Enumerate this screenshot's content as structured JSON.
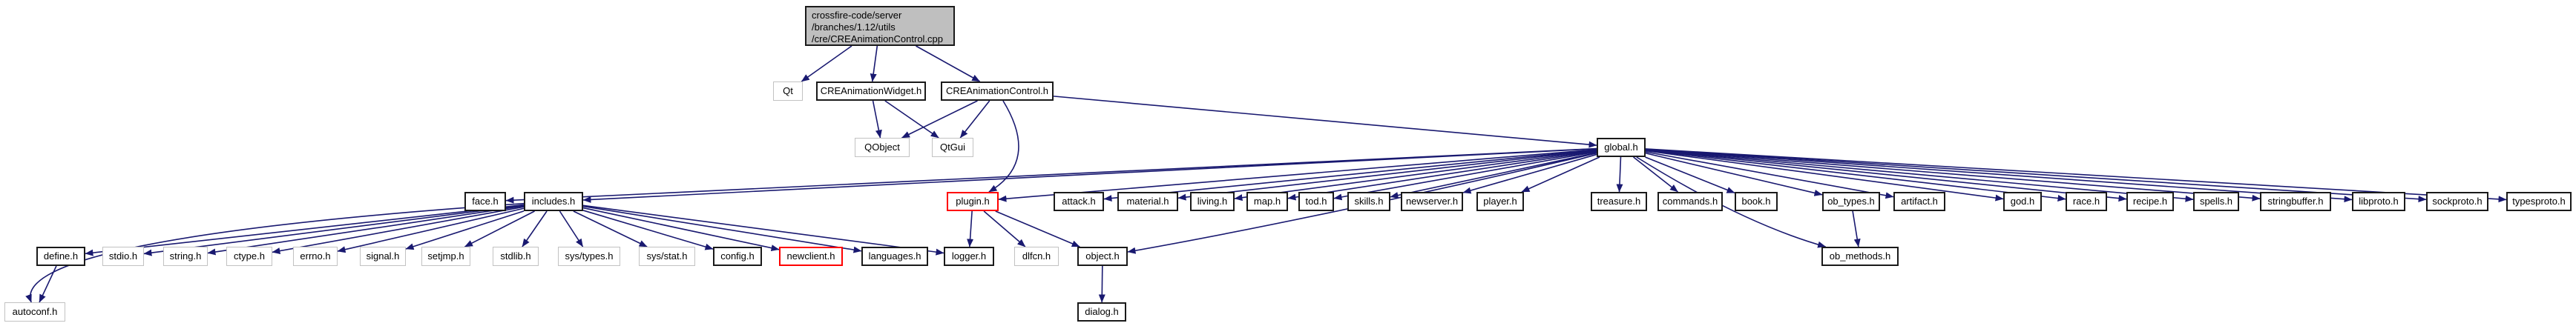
{
  "diagram": {
    "type": "include-dependency-graph",
    "colors": {
      "edge": "#191970",
      "node_border": "#1a1a1a",
      "external_border": "#c2c2c2",
      "truncated_border": "#ff0000",
      "main_fill": "#bfbfbf",
      "node_fill": "#ffffff"
    },
    "nodes": [
      {
        "id": "main",
        "label": "crossfire-code/server\n/branches/1.12/utils\n/cre/CREAnimationControl.cpp",
        "type": "main"
      },
      {
        "id": "qt",
        "label": "Qt",
        "type": "external"
      },
      {
        "id": "creanimwidget",
        "label": "CREAnimationWidget.h",
        "type": "internal"
      },
      {
        "id": "creanimcontrol",
        "label": "CREAnimationControl.h",
        "type": "internal"
      },
      {
        "id": "qobject",
        "label": "QObject",
        "type": "external"
      },
      {
        "id": "qtgui",
        "label": "QtGui",
        "type": "external"
      },
      {
        "id": "global",
        "label": "global.h",
        "type": "internal"
      },
      {
        "id": "face",
        "label": "face.h",
        "type": "internal"
      },
      {
        "id": "includes",
        "label": "includes.h",
        "type": "internal"
      },
      {
        "id": "plugin",
        "label": "plugin.h",
        "type": "truncated"
      },
      {
        "id": "attack",
        "label": "attack.h",
        "type": "internal"
      },
      {
        "id": "material",
        "label": "material.h",
        "type": "internal"
      },
      {
        "id": "living",
        "label": "living.h",
        "type": "internal"
      },
      {
        "id": "map",
        "label": "map.h",
        "type": "internal"
      },
      {
        "id": "tod",
        "label": "tod.h",
        "type": "internal"
      },
      {
        "id": "skills",
        "label": "skills.h",
        "type": "internal"
      },
      {
        "id": "newserver",
        "label": "newserver.h",
        "type": "internal"
      },
      {
        "id": "player",
        "label": "player.h",
        "type": "internal"
      },
      {
        "id": "treasure",
        "label": "treasure.h",
        "type": "internal"
      },
      {
        "id": "commands",
        "label": "commands.h",
        "type": "internal"
      },
      {
        "id": "book",
        "label": "book.h",
        "type": "internal"
      },
      {
        "id": "ob_types",
        "label": "ob_types.h",
        "type": "internal"
      },
      {
        "id": "artifact",
        "label": "artifact.h",
        "type": "internal"
      },
      {
        "id": "god",
        "label": "god.h",
        "type": "internal"
      },
      {
        "id": "race",
        "label": "race.h",
        "type": "internal"
      },
      {
        "id": "recipe",
        "label": "recipe.h",
        "type": "internal"
      },
      {
        "id": "spells",
        "label": "spells.h",
        "type": "internal"
      },
      {
        "id": "stringbuffer",
        "label": "stringbuffer.h",
        "type": "internal"
      },
      {
        "id": "libproto",
        "label": "libproto.h",
        "type": "internal"
      },
      {
        "id": "sockproto",
        "label": "sockproto.h",
        "type": "internal"
      },
      {
        "id": "typesproto",
        "label": "typesproto.h",
        "type": "internal"
      },
      {
        "id": "define",
        "label": "define.h",
        "type": "internal"
      },
      {
        "id": "stdio",
        "label": "stdio.h",
        "type": "external"
      },
      {
        "id": "string",
        "label": "string.h",
        "type": "external"
      },
      {
        "id": "ctype",
        "label": "ctype.h",
        "type": "external"
      },
      {
        "id": "errno",
        "label": "errno.h",
        "type": "external"
      },
      {
        "id": "signal",
        "label": "signal.h",
        "type": "external"
      },
      {
        "id": "setjmp",
        "label": "setjmp.h",
        "type": "external"
      },
      {
        "id": "stdlib",
        "label": "stdlib.h",
        "type": "external"
      },
      {
        "id": "systypes",
        "label": "sys/types.h",
        "type": "external"
      },
      {
        "id": "sysstat",
        "label": "sys/stat.h",
        "type": "external"
      },
      {
        "id": "config",
        "label": "config.h",
        "type": "internal"
      },
      {
        "id": "newclient",
        "label": "newclient.h",
        "type": "truncated"
      },
      {
        "id": "languages",
        "label": "languages.h",
        "type": "internal"
      },
      {
        "id": "logger",
        "label": "logger.h",
        "type": "internal"
      },
      {
        "id": "dlfcn",
        "label": "dlfcn.h",
        "type": "external"
      },
      {
        "id": "object",
        "label": "object.h",
        "type": "internal"
      },
      {
        "id": "ob_methods",
        "label": "ob_methods.h",
        "type": "internal"
      },
      {
        "id": "autoconf",
        "label": "autoconf.h",
        "type": "external"
      },
      {
        "id": "dialog",
        "label": "dialog.h",
        "type": "internal"
      }
    ],
    "edges": [
      [
        "main",
        "qt"
      ],
      [
        "main",
        "creanimwidget"
      ],
      [
        "main",
        "creanimcontrol"
      ],
      [
        "creanimwidget",
        "qobject"
      ],
      [
        "creanimwidget",
        "qtgui"
      ],
      [
        "creanimcontrol",
        "qobject"
      ],
      [
        "creanimcontrol",
        "qtgui"
      ],
      [
        "creanimcontrol",
        "global"
      ],
      [
        "creanimcontrol",
        "plugin",
        1402,
        218
      ],
      [
        "global",
        "face"
      ],
      [
        "global",
        "includes"
      ],
      [
        "global",
        "plugin"
      ],
      [
        "global",
        "attack"
      ],
      [
        "global",
        "material"
      ],
      [
        "global",
        "living"
      ],
      [
        "global",
        "map"
      ],
      [
        "global",
        "tod"
      ],
      [
        "global",
        "skills"
      ],
      [
        "global",
        "newserver"
      ],
      [
        "global",
        "player"
      ],
      [
        "global",
        "treasure"
      ],
      [
        "global",
        "commands"
      ],
      [
        "global",
        "book"
      ],
      [
        "global",
        "ob_types"
      ],
      [
        "global",
        "artifact"
      ],
      [
        "global",
        "god"
      ],
      [
        "global",
        "race"
      ],
      [
        "global",
        "recipe"
      ],
      [
        "global",
        "spells"
      ],
      [
        "global",
        "stringbuffer"
      ],
      [
        "global",
        "libproto"
      ],
      [
        "global",
        "sockproto"
      ],
      [
        "global",
        "typesproto"
      ],
      [
        "global",
        "object",
        1770,
        296
      ],
      [
        "global",
        "ob_methods",
        2350,
        302
      ],
      [
        "ob_types",
        "ob_methods"
      ],
      [
        "includes",
        "define"
      ],
      [
        "includes",
        "stdio"
      ],
      [
        "includes",
        "string"
      ],
      [
        "includes",
        "ctype"
      ],
      [
        "includes",
        "errno"
      ],
      [
        "includes",
        "signal"
      ],
      [
        "includes",
        "setjmp"
      ],
      [
        "includes",
        "stdlib"
      ],
      [
        "includes",
        "systypes"
      ],
      [
        "includes",
        "sysstat"
      ],
      [
        "includes",
        "config"
      ],
      [
        "includes",
        "newclient"
      ],
      [
        "includes",
        "languages"
      ],
      [
        "includes",
        "logger"
      ],
      [
        "includes",
        "autoconf",
        10,
        322
      ],
      [
        "define",
        "autoconf"
      ],
      [
        "plugin",
        "logger"
      ],
      [
        "plugin",
        "dlfcn"
      ],
      [
        "plugin",
        "object"
      ],
      [
        "object",
        "dialog"
      ]
    ]
  }
}
